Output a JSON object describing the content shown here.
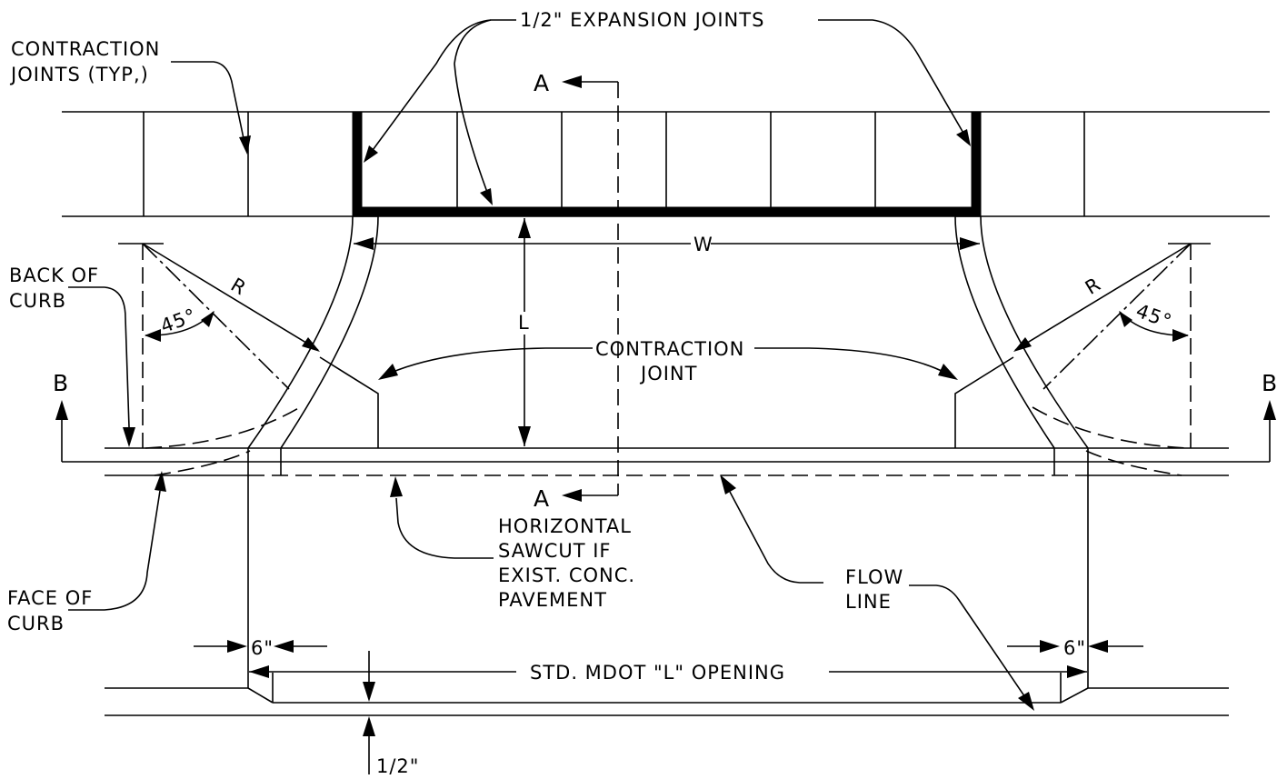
{
  "labels": {
    "contraction_joints_1": "CONTRACTION",
    "contraction_joints_2": "JOINTS (TYP,)",
    "expansion_joints": "1/2\" EXPANSION JOINTS",
    "section_a_top": "A",
    "section_a_bottom": "A",
    "section_b_left": "B",
    "section_b_right": "B",
    "back_of_curb_1": "BACK OF",
    "back_of_curb_2": "CURB",
    "face_of_curb_1": "FACE OF",
    "face_of_curb_2": "CURB",
    "dim_w": "W",
    "dim_l": "L",
    "radius_left": "R",
    "radius_right": "R",
    "angle_left": "45°",
    "angle_right": "45°",
    "contraction_joint_1": "CONTRACTION",
    "contraction_joint_2": "JOINT",
    "sawcut_1": "HORIZONTAL",
    "sawcut_2": "SAWCUT IF",
    "sawcut_3": "EXIST. CONC.",
    "sawcut_4": "PAVEMENT",
    "flow_line_1": "FLOW",
    "flow_line_2": "LINE",
    "dim_6_left": "6\"",
    "dim_6_right": "6\"",
    "opening": "STD. MDOT \"L\" OPENING",
    "half_inch": "1/2\""
  },
  "colors": {
    "line": "#000000",
    "background": "#ffffff"
  }
}
